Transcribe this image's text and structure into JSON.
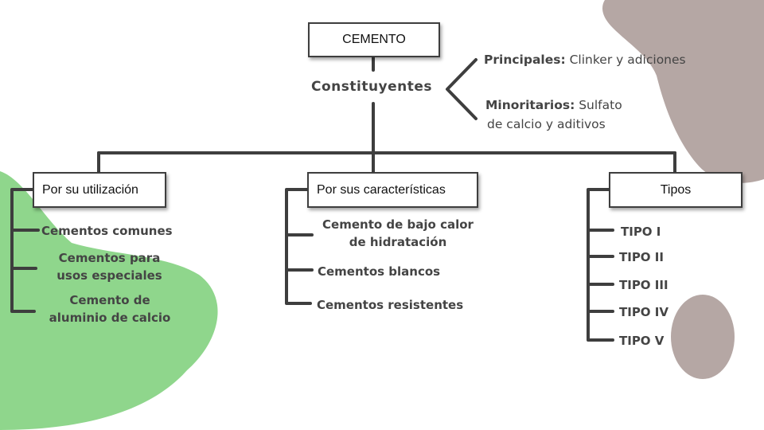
{
  "colors": {
    "line": "#3e3e3e",
    "green_blob": "#8fd68c",
    "taupe_blob": "#b5a7a4",
    "text": "#444444"
  },
  "root": {
    "label": "CEMENTO"
  },
  "constituyentes": {
    "label": "Constituyentes",
    "principales_bold": "Principales:",
    "principales_rest": " Clinker y adiciones",
    "minoritarios_bold": "Minoritarios:",
    "minoritarios_rest": " Sulfato",
    "minoritarios_line2": "de calcio y aditivos"
  },
  "categories": [
    {
      "label": "Por su utilización",
      "items": [
        {
          "lines": [
            "Cementos comunes"
          ]
        },
        {
          "lines": [
            "Cementos para",
            "usos especiales"
          ]
        },
        {
          "lines": [
            "Cemento de",
            "aluminio de calcio"
          ]
        }
      ]
    },
    {
      "label": "Por sus características",
      "items": [
        {
          "lines": [
            "Cemento de bajo calor",
            "de hidratación"
          ]
        },
        {
          "lines": [
            "Cementos blancos"
          ]
        },
        {
          "lines": [
            "Cementos resistentes"
          ]
        }
      ]
    },
    {
      "label": "Tipos",
      "items": [
        {
          "lines": [
            "TIPO I"
          ]
        },
        {
          "lines": [
            "TIPO II"
          ]
        },
        {
          "lines": [
            "TIPO III"
          ]
        },
        {
          "lines": [
            "TIPO IV"
          ]
        },
        {
          "lines": [
            "TIPO V"
          ]
        }
      ]
    }
  ]
}
